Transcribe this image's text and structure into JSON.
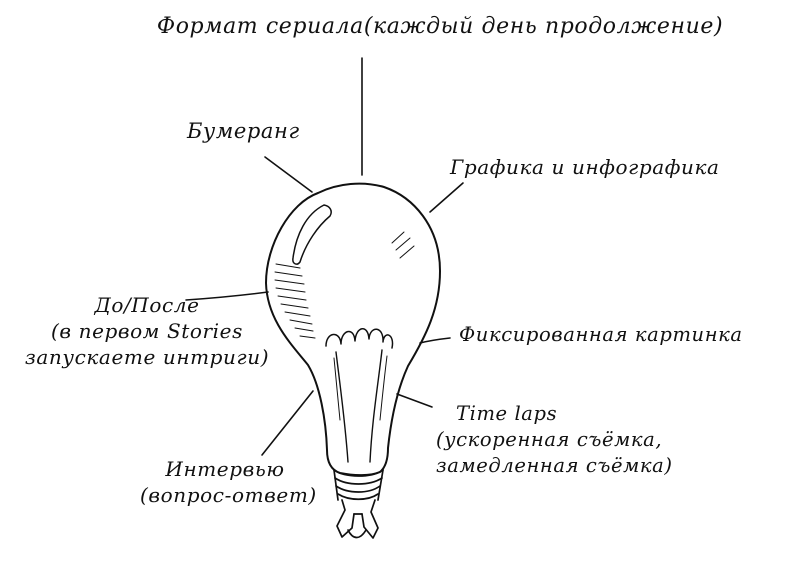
{
  "labels": {
    "top": "Формат сериала(каждый день продолжение)",
    "boomerang": "Бумеранг",
    "graphics": "Графика и инфографика",
    "before_after": {
      "line1": "До/После",
      "line2": "(в первом Stories",
      "line3": "запускаете интриги)"
    },
    "fixed_picture": "Фиксированная картинка",
    "timelapse": {
      "line1": "Time laps",
      "line2": "(ускоренная съёмка,",
      "line3": "замедленная съёмка)"
    },
    "interview": {
      "line1": "Интервью",
      "line2": "(вопрос-ответ)"
    }
  },
  "colors": {
    "ink": "#111111",
    "paper": "#ffffff"
  },
  "icons": {
    "central": "light-bulb-icon"
  }
}
